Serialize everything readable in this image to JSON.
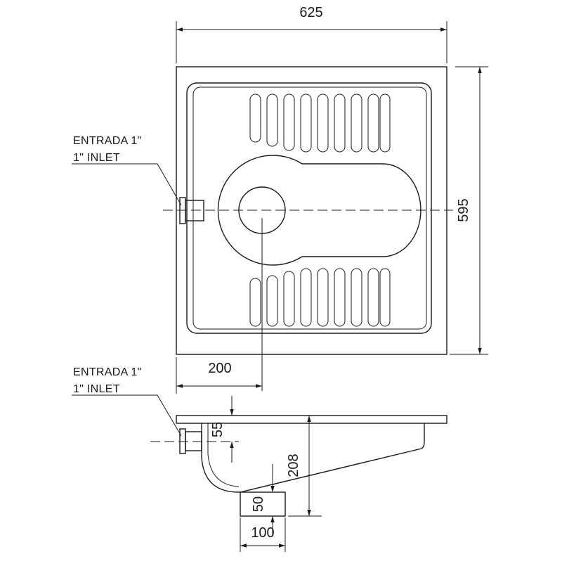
{
  "dimensions": {
    "width": "625",
    "depth": "595",
    "outlet_offset": "200",
    "inlet_height": "55",
    "total_height": "208",
    "outlet_height": "50",
    "outlet_width": "100"
  },
  "labels": {
    "top_view_inlet_line1": "ENTRADA 1\"",
    "top_view_inlet_line2": "1\" INLET",
    "side_view_inlet_line1": "ENTRADA 1\"",
    "side_view_inlet_line2": "1\" INLET"
  }
}
